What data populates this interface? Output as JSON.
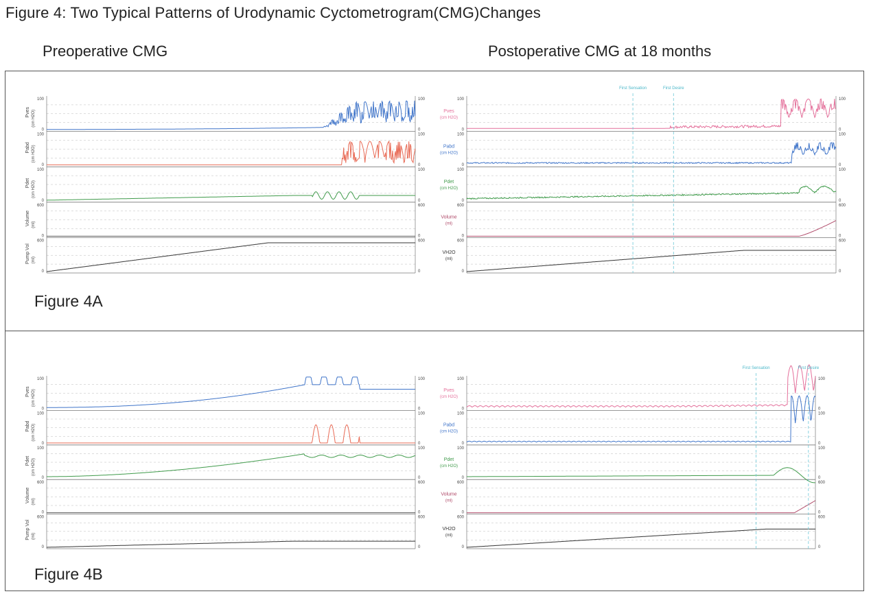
{
  "figure_title": "Figure 4: Two Typical Patterns of Urodynamic Cyctometrogram(CMG)Changes",
  "columns": {
    "left": "Preoperative CMG",
    "right": "Postoperative CMG at 18 months"
  },
  "panels": {
    "a": {
      "label": "Figure 4A"
    },
    "b": {
      "label": "Figure 4B"
    }
  },
  "chart_data": [
    {
      "type": "line",
      "panel": "Figure 4A",
      "column": "Preoperative CMG",
      "tracks": [
        {
          "name": "Pves",
          "unit": "(cm H2O)",
          "color": "#3f74c9",
          "ylim": [
            0,
            100
          ],
          "pattern": "baseline rising slowly, high-amplitude detrusor contractions in final third"
        },
        {
          "name": "Pabd",
          "unit": "(cm H2O)",
          "color": "#e86a55",
          "ylim": [
            0,
            100
          ],
          "pattern": "flat baseline, contractions in final third"
        },
        {
          "name": "Pdet",
          "unit": "(cm H2O)",
          "color": "#3f9a4a",
          "ylim": [
            0,
            100
          ],
          "pattern": "near-flat"
        },
        {
          "name": "Volume",
          "unit": "(ml)",
          "color": "#555555",
          "ylim": [
            0,
            600
          ],
          "pattern": "flat"
        },
        {
          "name": "Pump Vol",
          "unit": "(ml)",
          "color": "#333333",
          "ylim": [
            0,
            600
          ],
          "pattern": "linear fill then plateau"
        }
      ]
    },
    {
      "type": "line",
      "panel": "Figure 4A",
      "column": "Postoperative CMG at 18 months",
      "markers": [
        "First Sensation",
        "First Desire"
      ],
      "tracks": [
        {
          "name": "Pves",
          "unit": "(cm H2O)",
          "color": "#e46f9a",
          "ylim": [
            0,
            100
          ],
          "pattern": "stable, rise near end"
        },
        {
          "name": "Pabd",
          "unit": "(cm H2O)",
          "color": "#3f74c9",
          "ylim": [
            0,
            100
          ],
          "pattern": "stable, rise near end"
        },
        {
          "name": "Pdet",
          "unit": "(cm H2O)",
          "color": "#3f9a4a",
          "ylim": [
            0,
            100
          ],
          "pattern": "slight rise"
        },
        {
          "name": "Volume",
          "unit": "(ml)",
          "color": "#b04b6a",
          "ylim": [
            0,
            600
          ],
          "pattern": "voiding at end"
        },
        {
          "name": "VH2O",
          "unit": "(ml)",
          "color": "#333333",
          "ylim": [
            0,
            600
          ],
          "pattern": "linear fill then plateau"
        }
      ]
    },
    {
      "type": "line",
      "panel": "Figure 4B",
      "column": "Preoperative CMG",
      "tracks": [
        {
          "name": "Pves",
          "unit": "(cm H2O)",
          "color": "#3f74c9",
          "ylim": [
            0,
            100
          ],
          "pattern": "progressive rise, periodic contractions"
        },
        {
          "name": "Pabd",
          "unit": "(cm H2O)",
          "color": "#e86a55",
          "ylim": [
            0,
            100
          ],
          "pattern": "flat, periodic contractions"
        },
        {
          "name": "Pdet",
          "unit": "(cm H2O)",
          "color": "#3f9a4a",
          "ylim": [
            0,
            100
          ],
          "pattern": "progressive rise then plateau"
        },
        {
          "name": "Volume",
          "unit": "(ml)",
          "color": "#555555",
          "ylim": [
            0,
            600
          ],
          "pattern": "flat"
        },
        {
          "name": "Pump Vol",
          "unit": "(ml)",
          "color": "#333333",
          "ylim": [
            0,
            600
          ],
          "pattern": "slow linear fill"
        }
      ]
    },
    {
      "type": "line",
      "panel": "Figure 4B",
      "column": "Postoperative CMG at 18 months",
      "markers": [
        "First Sensation",
        "First Desire"
      ],
      "tracks": [
        {
          "name": "Pves",
          "unit": "(cm H2O)",
          "color": "#e46f9a",
          "ylim": [
            0,
            100
          ],
          "pattern": "stable, large voiding contraction at end"
        },
        {
          "name": "Pabd",
          "unit": "(cm H2O)",
          "color": "#3f74c9",
          "ylim": [
            0,
            100
          ],
          "pattern": "stable, large rise at end"
        },
        {
          "name": "Pdet",
          "unit": "(cm H2O)",
          "color": "#3f9a4a",
          "ylim": [
            0,
            100
          ],
          "pattern": "stable, small rise at end"
        },
        {
          "name": "Volume",
          "unit": "(ml)",
          "color": "#b04b6a",
          "ylim": [
            0,
            600
          ],
          "pattern": "voiding at end"
        },
        {
          "name": "VH2O",
          "unit": "(ml)",
          "color": "#333333",
          "ylim": [
            0,
            600
          ],
          "pattern": "linear fill then plateau"
        }
      ]
    }
  ]
}
